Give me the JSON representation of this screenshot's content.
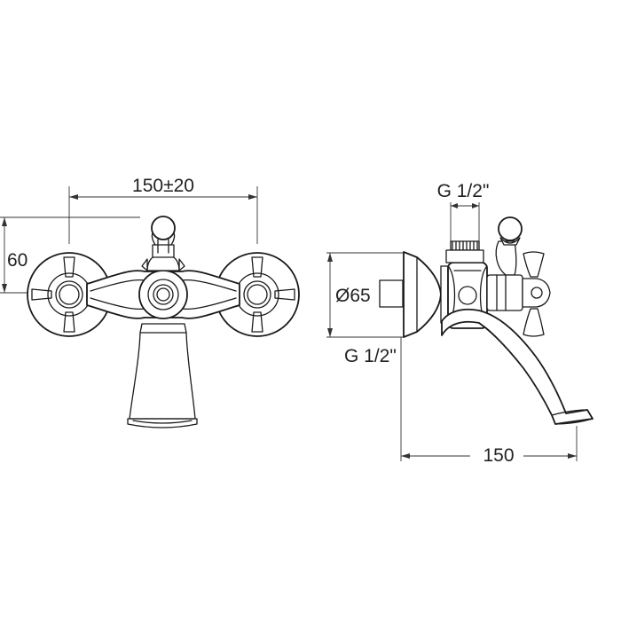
{
  "dimensions": {
    "front_width": "150±20",
    "front_height": "60",
    "side_top_thread": "G 1/2\"",
    "side_diameter": "Ø65",
    "side_bottom_thread": "G 1/2\"",
    "side_length": "150"
  },
  "colors": {
    "line": "#1a1a1a",
    "background": "#ffffff"
  }
}
